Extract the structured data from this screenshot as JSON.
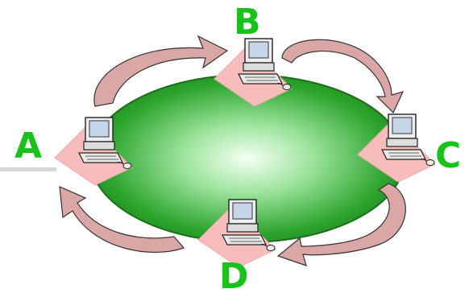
{
  "diagram": {
    "nodes": [
      {
        "id": "A",
        "label": "A"
      },
      {
        "id": "B",
        "label": "B"
      },
      {
        "id": "C",
        "label": "C"
      },
      {
        "id": "D",
        "label": "D"
      }
    ],
    "colors": {
      "ring_light": "#f2fff2",
      "ring_mid": "#6ed36e",
      "ring_dark": "#1b8f1b",
      "arrow_fill": "#dba6a6",
      "arrow_stroke": "#333333",
      "pad_fill": "#f7bcbc",
      "label_color": "#19c21a"
    },
    "icons": {
      "node": "desktop-computer-icon",
      "arrow": "curved-arrow-icon"
    }
  }
}
